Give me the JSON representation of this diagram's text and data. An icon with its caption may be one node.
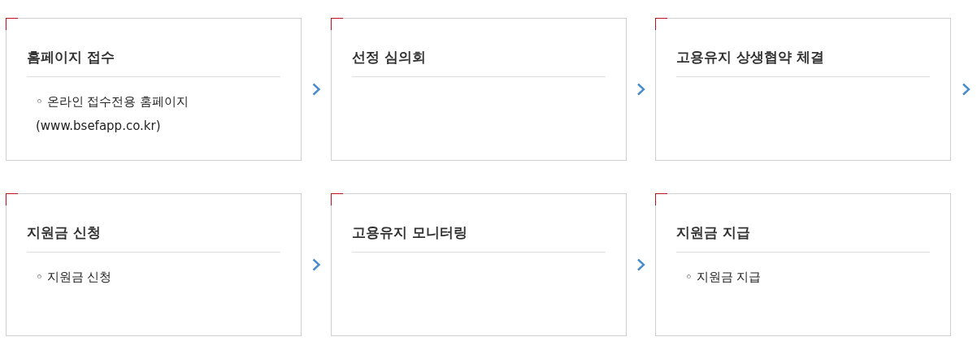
{
  "diagram": {
    "nodes": [
      {
        "text": [
          "홈페이지 접수",
          "◦ 온라인 접수전용 홈페이지 (www.bsefapp.co.kr)"
        ]
      },
      {
        "text": [
          "선정 심의회"
        ]
      },
      {
        "text": [
          "고용유지 상생협약 체결"
        ]
      },
      {
        "text": [
          "지원금 신청",
          "◦ 지원금 신청"
        ]
      },
      {
        "text": [
          "고용유지 모니터링"
        ]
      },
      {
        "text": [
          "지원금 지급",
          "◦ 지원금 지급"
        ]
      }
    ],
    "edges": [
      {
        "from": 0,
        "to": 1,
        "arrow": "to"
      },
      {
        "from": 1,
        "to": 2,
        "arrow": "to"
      },
      {
        "from": 2,
        "to": null,
        "arrow": "to"
      },
      {
        "from": 3,
        "to": 4,
        "arrow": "to"
      },
      {
        "from": 4,
        "to": 5,
        "arrow": "to"
      }
    ]
  }
}
